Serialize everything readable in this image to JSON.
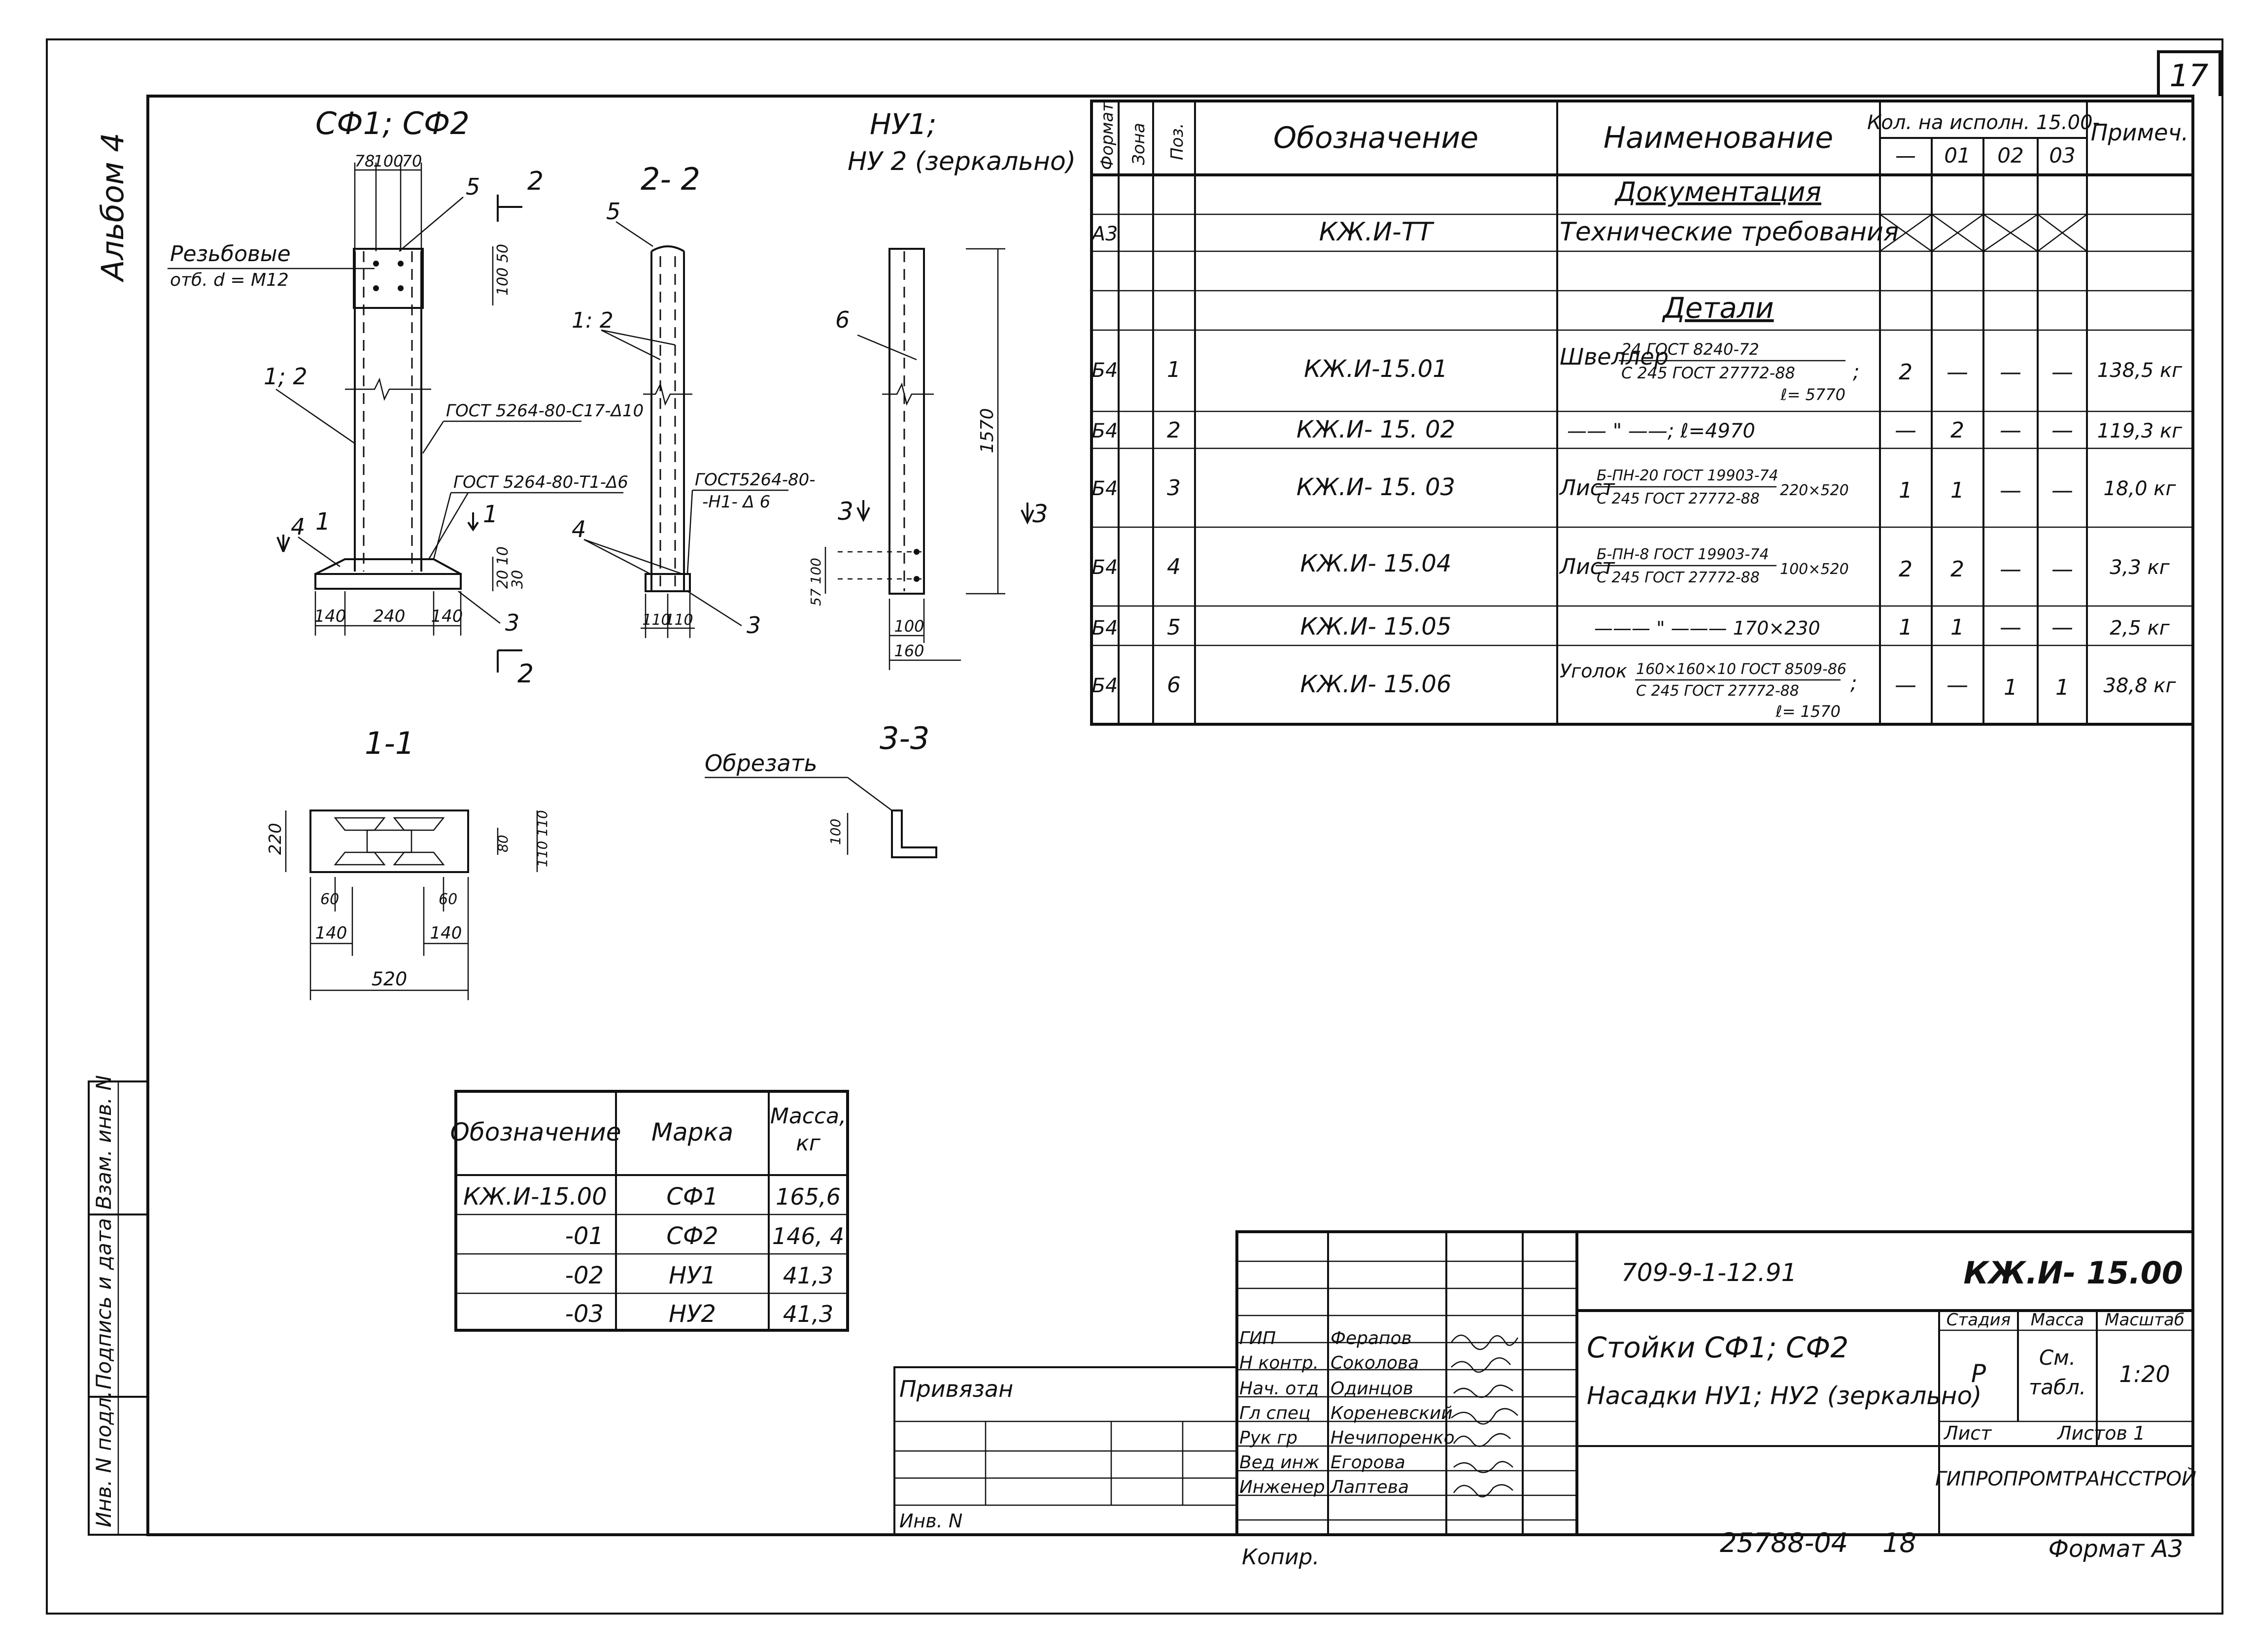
{
  "sheet": {
    "number": "17",
    "album": "Альбом 4",
    "format": "Формат А3",
    "copied": "Копир.",
    "bottom_code": "25788-04",
    "bottom_sheet": "18"
  },
  "drawing": {
    "view_sf": "СФ1; СФ2",
    "view_22": "2- 2",
    "view_nu": "НУ1;",
    "view_nu_mirror": "НУ 2 (зеркально)",
    "view_11": "1-1",
    "view_33": "3-3",
    "label_threaded": "Резьбовые",
    "label_holes": "отб. d = М12",
    "label_cut": "Обрезать",
    "weld_a": "ГОСТ 5264-80-С17-Δ10",
    "weld_b": "ГОСТ 5264-80-Т1-Δ6",
    "weld_c1": "ГОСТ5264-80-",
    "weld_c2": "-Н1- Δ 6",
    "pos_1_2": "1; 2",
    "pos_1_2b": "1: 2",
    "pos_3": "3",
    "pos_4": "4",
    "pos_5": "5",
    "pos_6": "6",
    "sec_1": "1",
    "sec_2": "2",
    "sec_3": "3",
    "dims": {
      "d78": "78",
      "d100": "100",
      "d70": "70",
      "d100b": "100",
      "d50": "50",
      "d140a": "140",
      "d240": "240",
      "d140b": "140",
      "d20": "20",
      "d30": "30",
      "d10": "10",
      "d110a": "110",
      "d110b": "110",
      "d1570": "1570",
      "d100c": "100",
      "d160": "160",
      "d57_100": "57 100",
      "d220": "220",
      "d80": "80",
      "d110c": "110",
      "d110d": "110",
      "d60a": "60",
      "d60b": "60",
      "d140c": "140",
      "d140d": "140",
      "d520": "520",
      "d100d": "100"
    }
  },
  "spec": {
    "head": {
      "format": "Формат",
      "zone": "Зона",
      "pos": "Поз.",
      "designation": "Обозначение",
      "name": "Наименование",
      "qty": "Кол. на исполн. 15.00-",
      "q0": "—",
      "q1": "01",
      "q2": "02",
      "q3": "03",
      "note": "Примеч."
    },
    "sec_doc": "Документация",
    "doc_row": {
      "format": "А3",
      "designation": "КЖ.И-ТТ",
      "name": "Технические требования"
    },
    "sec_details": "Детали",
    "rows": [
      {
        "format": "Б4",
        "pos": "1",
        "designation": "КЖ.И-15.01",
        "name": "Швеллер",
        "num": "24 ГОСТ 8240-72",
        "den": "С 245 ГОСТ 27772-88",
        "sep": ";",
        "extra": "ℓ= 5770",
        "q": [
          "2",
          "—",
          "—",
          "—"
        ],
        "note": "138,5 кг"
      },
      {
        "format": "Б4",
        "pos": "2",
        "designation": "КЖ.И- 15. 02",
        "name": "—— \" ——; ℓ=4970",
        "q": [
          "—",
          "2",
          "—",
          "—"
        ],
        "note": "119,3 кг"
      },
      {
        "format": "Б4",
        "pos": "3",
        "designation": "КЖ.И- 15. 03",
        "name": "Лист",
        "num": "Б-ПН-20 ГОСТ 19903-74",
        "den": "С 245 ГОСТ 27772-88",
        "size": "220×520",
        "q": [
          "1",
          "1",
          "—",
          "—"
        ],
        "note": "18,0 кг"
      },
      {
        "format": "Б4",
        "pos": "4",
        "designation": "КЖ.И- 15.04",
        "name": "Лист",
        "num": "Б-ПН-8 ГОСТ 19903-74",
        "den": "С 245 ГОСТ 27772-88",
        "size": "100×520",
        "q": [
          "2",
          "2",
          "—",
          "—"
        ],
        "note": "3,3 кг"
      },
      {
        "format": "Б4",
        "pos": "5",
        "designation": "КЖ.И- 15.05",
        "name": "——— \" ——— 170×230",
        "q": [
          "1",
          "1",
          "—",
          "—"
        ],
        "note": "2,5 кг"
      },
      {
        "format": "Б4",
        "pos": "6",
        "designation": "КЖ.И- 15.06",
        "name": "Уголок",
        "num": "160×160×10 ГОСТ 8509-86",
        "den": "С 245 ГОСТ 27772-88",
        "sep": ";",
        "extra": "ℓ= 1570",
        "q": [
          "—",
          "—",
          "1",
          "1"
        ],
        "note": "38,8 кг"
      }
    ]
  },
  "mass_table": {
    "head": [
      "Обозначение",
      "Марка",
      "Масса,",
      "кг"
    ],
    "rows": [
      [
        "КЖ.И-15.00",
        "СФ1",
        "165,6"
      ],
      [
        "-01",
        "СФ2",
        "146, 4"
      ],
      [
        "-02",
        "НУ1",
        "41,3"
      ],
      [
        "-03",
        "НУ2",
        "41,3"
      ]
    ]
  },
  "title_block": {
    "project": "709-9-1-12.91",
    "code": "КЖ.И- 15.00",
    "title_1": "Стойки СФ1; СФ2",
    "title_2": "Насадки НУ1; НУ2 (зеркально)",
    "stage_head": "Стадия",
    "mass_head": "Масса",
    "scale_head": "Масштаб",
    "stage": "Р",
    "mass_1": "См.",
    "mass_2": "табл.",
    "scale": "1:20",
    "sheet_label": "Лист",
    "sheets_label": "Листов 1",
    "org": "ГИПРОПРОМТРАНССТРОЙ",
    "bound": "Привязан",
    "inv_no": "Инв. N",
    "staff": [
      [
        "ГИП",
        "Ферапов"
      ],
      [
        "Н контр.",
        "Соколова"
      ],
      [
        "Нач. отд",
        "Одинцов"
      ],
      [
        "Гл спец",
        "Кореневский"
      ],
      [
        "Рук гр",
        "Нечипоренко"
      ],
      [
        "Вед инж",
        "Егорова"
      ],
      [
        "Инженер",
        "Лаптева"
      ]
    ]
  },
  "side_stamp": [
    "Инв. N подл.",
    "Подпись и дата",
    "Взам. инв. N"
  ]
}
